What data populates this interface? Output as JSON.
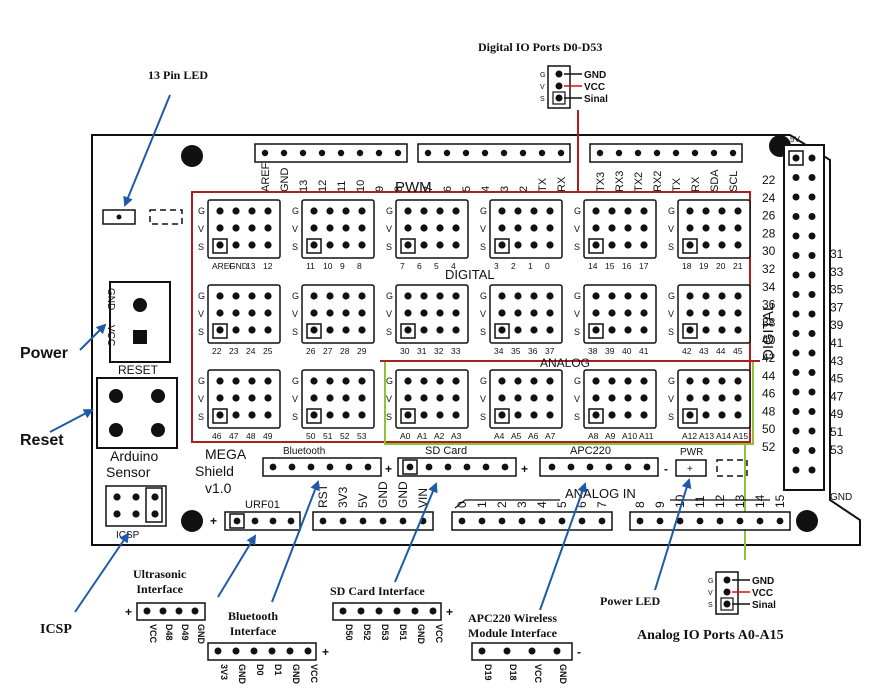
{
  "callouts": {
    "digital_io": "Digital IO Ports D0-D53",
    "pin13_led": "13 Pin LED",
    "power": "Power",
    "reset": "Reset",
    "icsp": "ICSP",
    "ultrasonic": [
      "Ultrasonic",
      "Interface"
    ],
    "bluetooth": [
      "Bluetooth",
      "Interface"
    ],
    "sdcard": "SD Card Interface",
    "apc220": [
      "APC220 Wireless",
      "Module Interface"
    ],
    "power_led": "Power LED",
    "analog_io": "Analog IO Ports A0-A15"
  },
  "gvs_legend": {
    "pins": [
      "G",
      "V",
      "S"
    ],
    "labels": [
      "GND",
      "VCC",
      "Sinal"
    ]
  },
  "board": {
    "pwm": "PWM",
    "digital": "DIGITAL",
    "analog": "ANALOG",
    "analog_in": "ANALOG IN",
    "digital_right": "DIGITAL",
    "reset_text": "RESET",
    "arduino_sensor": [
      "Arduino",
      "Sensor"
    ],
    "mega_shield": [
      "MEGA",
      "Shield",
      "v1.0"
    ],
    "icsp_text": "ICSP",
    "urf01": "URF01",
    "bluetooth_header": "Bluetooth",
    "sd_card_header": "SD Card",
    "apc220_header": "APC220",
    "pwr": "PWR",
    "gnd_vcc_left": [
      "GND",
      "VCC"
    ],
    "gnd_bottom_right": "GND",
    "fivev": "5V",
    "top_left_header": [
      "AREF",
      "GND",
      "13",
      "12",
      "11",
      "10",
      "9",
      "8"
    ],
    "top_mid_header": [
      "7",
      "6",
      "5",
      "4",
      "3",
      "2",
      "TX",
      "RX"
    ],
    "top_right_header": [
      "TX3",
      "RX3",
      "TX2",
      "RX2",
      "TX",
      "RX",
      "SDA",
      "SCL"
    ],
    "right_odd": [
      "31",
      "33",
      "35",
      "37",
      "39",
      "41",
      "43",
      "45",
      "47",
      "49",
      "51",
      "53"
    ],
    "right_even": [
      "22",
      "24",
      "26",
      "28",
      "30",
      "32",
      "34",
      "36",
      "38",
      "40",
      "42",
      "44",
      "46",
      "48",
      "50",
      "52"
    ],
    "power_header": [
      "RST",
      "3V3",
      "5V",
      "GND",
      "GND",
      "VIN"
    ],
    "analog_header": [
      "0",
      "1",
      "2",
      "3",
      "4",
      "5",
      "6",
      "7",
      "8",
      "9",
      "10",
      "11",
      "12",
      "13",
      "14",
      "15"
    ],
    "row1_labels": [
      [
        "AREF",
        "GND",
        "13",
        "12"
      ],
      [
        "11",
        "10",
        "9",
        "8"
      ],
      [
        "7",
        "6",
        "5",
        "4"
      ],
      [
        "3",
        "2",
        "1",
        "0"
      ],
      [
        "14",
        "15",
        "16",
        "17"
      ],
      [
        "18",
        "19",
        "20",
        "21"
      ]
    ],
    "row2_labels": [
      [
        "22",
        "23",
        "24",
        "25"
      ],
      [
        "26",
        "27",
        "28",
        "29"
      ],
      [
        "30",
        "31",
        "32",
        "33"
      ],
      [
        "34",
        "35",
        "36",
        "37"
      ],
      [
        "38",
        "39",
        "40",
        "41"
      ],
      [
        "42",
        "43",
        "44",
        "45"
      ]
    ],
    "row3_labels": [
      [
        "46",
        "47",
        "48",
        "49"
      ],
      [
        "50",
        "51",
        "52",
        "53"
      ],
      [
        "A0",
        "A1",
        "A2",
        "A3"
      ],
      [
        "A4",
        "A5",
        "A6",
        "A7"
      ],
      [
        "A8",
        "A9",
        "A10",
        "A11"
      ],
      [
        "A12",
        "A13",
        "A14",
        "A15"
      ]
    ]
  },
  "connectors": {
    "ultrasonic_pins": [
      "VCC",
      "D48",
      "D49",
      "GND"
    ],
    "bluetooth_pins": [
      "3V3",
      "GND",
      "D0",
      "D1",
      "GND",
      "VCC"
    ],
    "sdcard_pins": [
      "D50",
      "D52",
      "D53",
      "D51",
      "GND",
      "VCC"
    ],
    "apc220_pins": [
      "D19",
      "D18",
      "VCC",
      "GND"
    ]
  },
  "colors": {
    "digital_box": "#a82020",
    "analog_box": "#8dc23a",
    "arrow": "#1f5aa6",
    "vcc_wire": "#d01010"
  }
}
